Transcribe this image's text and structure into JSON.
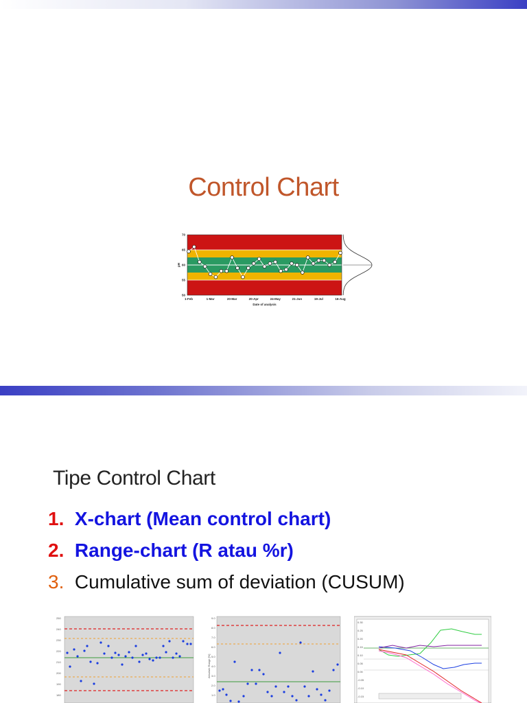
{
  "slide1": {
    "title": "Control Chart",
    "chart": {
      "y_ticks": [
        "70",
        "65",
        "60",
        "55",
        "50"
      ],
      "y_label": "pH",
      "x_ticks": [
        "1-Feb",
        "1-Mar",
        "20-Mar",
        "20-Apr",
        "24-May",
        "21-Jun",
        "19-Jul",
        "16-Aug"
      ],
      "x_label": "Date of analysis",
      "colors": {
        "red": "#cc1414",
        "yellow": "#f0b400",
        "green": "#2a9a62"
      }
    }
  },
  "slide2": {
    "heading": "Tipe Control Chart",
    "items": [
      {
        "num": "1.",
        "text": "X-chart (Mean control chart)"
      },
      {
        "num": "2.",
        "text": "Range-chart (R atau %r)"
      },
      {
        "num": "3.",
        "text": "Cumulative sum of deviation (CUSUM)"
      }
    ]
  },
  "chart_data": [
    {
      "type": "line",
      "title": "",
      "xlabel": "Date of analysis",
      "ylabel": "pH",
      "ylim": [
        50,
        70
      ],
      "x": [
        "1-Feb",
        "1-Mar",
        "20-Mar",
        "20-Apr",
        "24-May",
        "21-Jun",
        "19-Jul",
        "16-Aug"
      ],
      "series": [
        {
          "values": [
            64.5,
            66,
            61,
            59.5,
            57,
            56,
            58,
            58,
            62.5,
            59,
            56,
            59,
            60.5,
            62,
            59.5,
            60.5,
            61,
            58,
            58.5,
            60.5,
            60,
            57.5,
            62.5,
            60.5,
            61.5,
            61.5,
            60,
            61,
            64
          ]
        }
      ]
    }
  ]
}
